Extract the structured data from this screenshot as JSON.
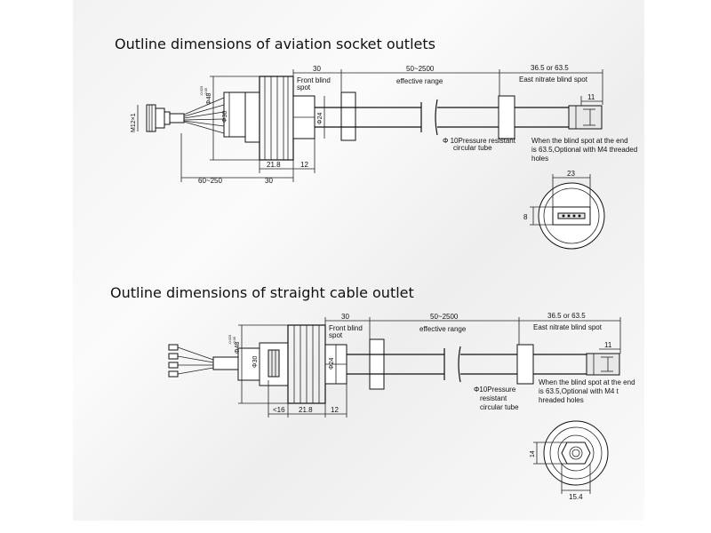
{
  "headings": {
    "aviation": "Outline dimensions of aviation socket outlets",
    "straight": "Outline dimensions of straight cable outlet"
  },
  "aviation": {
    "dim_top_30": "30",
    "front_blind_1": "Front blind",
    "front_blind_2": "spot",
    "dim_effective": "50~2500",
    "effective_range": "effective range",
    "dim_end": "36.5 or 63.5",
    "east_nitrate": "East nitrate blind spot",
    "dim_11": "11",
    "m12": "M12×1",
    "phi48": "Φ48",
    "tol_48_a": "-0.025",
    "tol_48_b": "-0.05",
    "phi30": "Φ30",
    "phi24": "Φ24",
    "dim_21": "21.8",
    "dim_12": "12",
    "dim_60_250": "60~250",
    "dim_bottom_30": "30",
    "tube_1": "Φ 10Pressure resistant",
    "tube_2": "circular tube",
    "note_1": "When the blind spot at the end",
    "note_2": "is 63.5,Optional with M4 threaded",
    "note_3": "holes",
    "end_23": "23",
    "end_8": "8"
  },
  "straight": {
    "dim_top_30": "30",
    "front_blind_1": "Front blind",
    "front_blind_2": "spot",
    "dim_effective": "50~2500",
    "effective_range": "effective range",
    "dim_end": "36.5 or 63.5",
    "east_nitrate": "East nitrate blind spot",
    "dim_11": "11",
    "phi48": "Φ48",
    "tol_48_a": "-0.025",
    "tol_48_b": "-0.05",
    "phi30": "Φ30",
    "phi24": "Φ24",
    "dim_16": "<16",
    "dim_21": "21.8",
    "dim_12": "12",
    "tube_1": "Φ10Pressure",
    "tube_2": "resistant",
    "tube_3": "circular tube",
    "note_1": "When the blind spot at the end",
    "note_2": "is 63.5,Optional with M4 t",
    "note_3": "hreaded holes",
    "end_14": "14",
    "end_15": "15.4"
  }
}
